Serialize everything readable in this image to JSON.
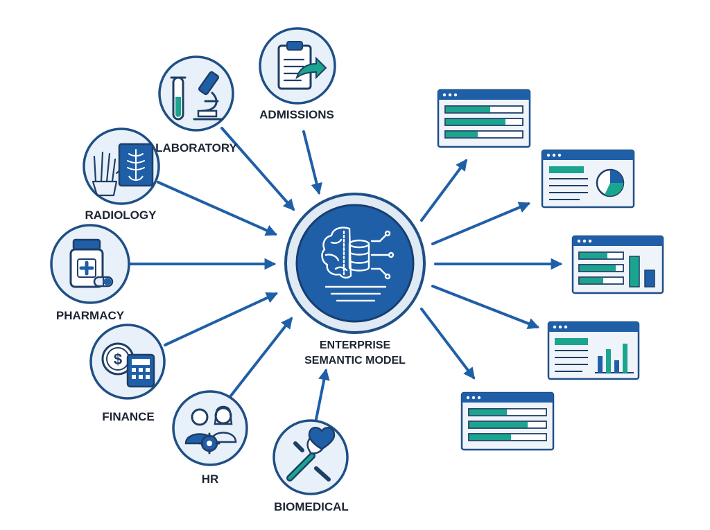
{
  "colors": {
    "primary": "#1f5fa8",
    "dark_navy": "#1f3e66",
    "accent_teal": "#1aa58f",
    "light_fill": "#e8f1f9",
    "label": "#1d2433"
  },
  "hub": {
    "line1": "ENTERPRISE",
    "line2": "SEMANTIC MODEL",
    "icon": "brain-database-icon"
  },
  "sources": [
    {
      "id": "admissions",
      "label": "ADMISSIONS",
      "icon": "clipboard-arrow-icon"
    },
    {
      "id": "laboratory",
      "label": "LABORATORY",
      "icon": "test-tube-microscope-icon"
    },
    {
      "id": "radiology",
      "label": "RADIOLOGY",
      "icon": "xray-hand-icon"
    },
    {
      "id": "pharmacy",
      "label": "PHARMACY",
      "icon": "pill-bottle-icon"
    },
    {
      "id": "finance",
      "label": "FINANCE",
      "icon": "coin-calculator-icon"
    },
    {
      "id": "hr",
      "label": "HR",
      "icon": "people-gear-icon"
    },
    {
      "id": "biomedical",
      "label": "BIOMEDICAL",
      "icon": "wrench-heart-icon"
    }
  ],
  "outputs": [
    {
      "id": "dashboard-1",
      "icon": "progress-bars-dashboard-icon"
    },
    {
      "id": "dashboard-2",
      "icon": "pie-chart-dashboard-icon"
    },
    {
      "id": "dashboard-3",
      "icon": "bar-chart-dashboard-icon"
    },
    {
      "id": "dashboard-4",
      "icon": "column-chart-dashboard-icon"
    },
    {
      "id": "dashboard-5",
      "icon": "progress-bars-dashboard-icon"
    }
  ]
}
